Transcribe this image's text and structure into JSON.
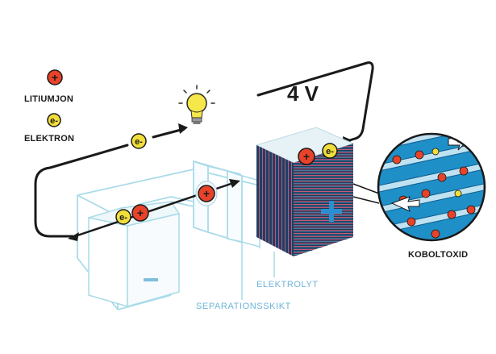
{
  "legend": {
    "ion_label": "LITIUMJON",
    "electron_label": "ELEKTRON",
    "ion_symbol": "+",
    "electron_symbol": "e-"
  },
  "voltage": "4 V",
  "labels": {
    "cathode": "KOBOLTOXID",
    "electrolyte": "ELEKTROLYT",
    "separator": "SEPARATIONSSKIKT"
  },
  "terminal": {
    "positive": "+",
    "negative": "−"
  },
  "icons": {
    "bulb": "light-bulb-icon",
    "ion": "lithium-ion-icon",
    "electron": "electron-icon"
  },
  "colors": {
    "ion": "#e8432a",
    "electron": "#f2de3a",
    "outline": "#a9dbe8",
    "cathode_top": "#e6f2f6",
    "cathode_stripes": "#1d3a5c",
    "cathode_plus": "#2a8fd0",
    "label_blue": "#6fb4d8",
    "zoom_bg": "#1f8fc8"
  }
}
